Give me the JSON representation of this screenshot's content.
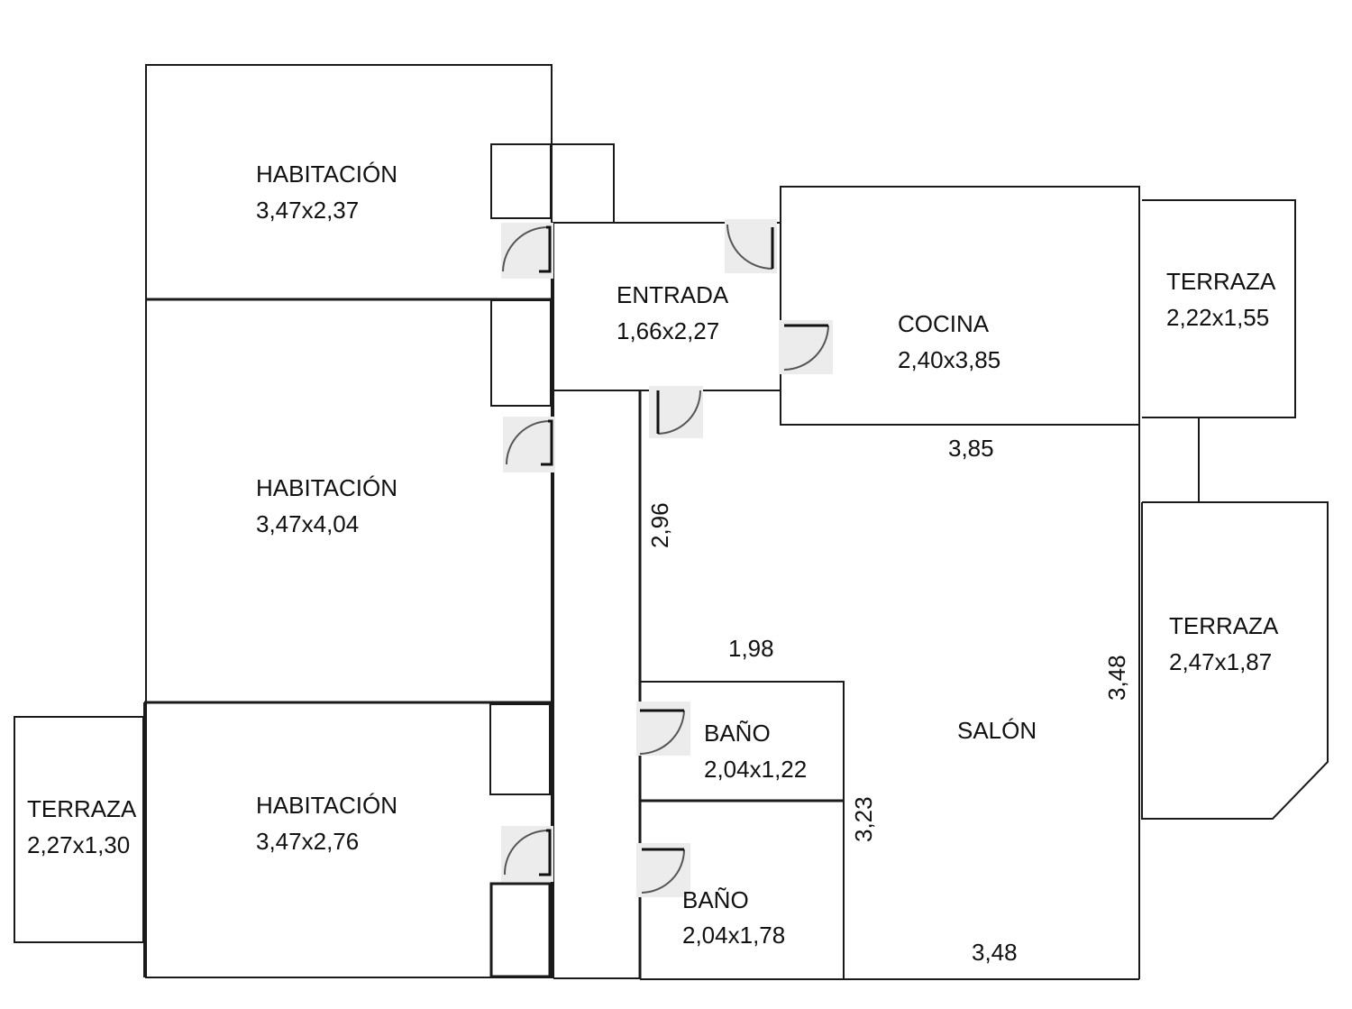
{
  "rooms": {
    "habitacion_1": {
      "name": "HABITACIÓN",
      "size": "3,47x2,37"
    },
    "habitacion_2": {
      "name": "HABITACIÓN",
      "size": "3,47x4,04"
    },
    "habitacion_3": {
      "name": "HABITACIÓN",
      "size": "3,47x2,76"
    },
    "entrada": {
      "name": "ENTRADA",
      "size": "1,66x2,27"
    },
    "cocina": {
      "name": "COCINA",
      "size": "2,40x3,85"
    },
    "terraza_1": {
      "name": "TERRAZA",
      "size": "2,22x1,55"
    },
    "terraza_2": {
      "name": "TERRAZA",
      "size": "2,47x1,87"
    },
    "terraza_3": {
      "name": "TERRAZA",
      "size": "2,27x1,30"
    },
    "bano_1": {
      "name": "BAÑO",
      "size": "2,04x1,22"
    },
    "bano_2": {
      "name": "BAÑO",
      "size": "2,04x1,78"
    },
    "salon": {
      "name": "SALÓN"
    }
  },
  "dimensions": {
    "salon_top": "3,85",
    "salon_left": "2,96",
    "salon_inner": "1,98",
    "salon_right": "3,48",
    "salon_bath_side": "3,23",
    "salon_bottom": "3,48"
  }
}
